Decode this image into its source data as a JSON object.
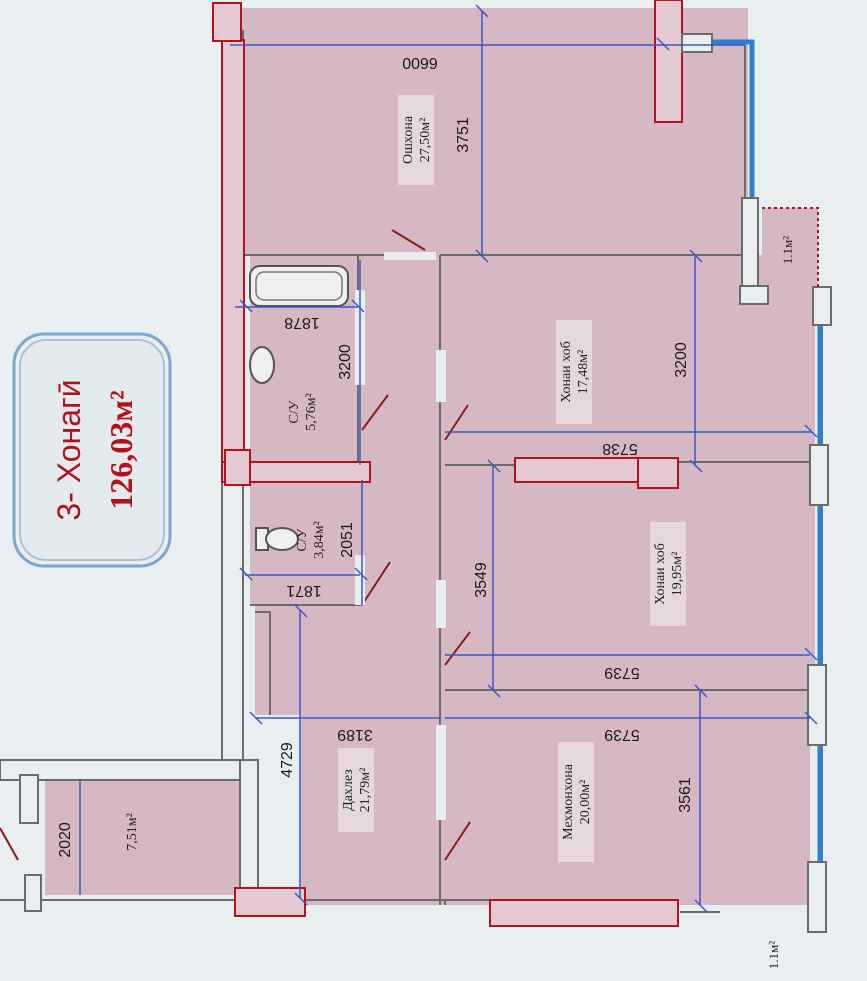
{
  "plan": {
    "title": "3- Хонагӣ",
    "total_area": "126,03м²",
    "rooms": [
      {
        "name": "Ошхона",
        "area": "27,50м²"
      },
      {
        "name": "Хонаи хоб",
        "area": "17,48м²"
      },
      {
        "name": "Хонаи хоб",
        "area": "19,95м²"
      },
      {
        "name": "Мехмонхона",
        "area": "20,00м²"
      },
      {
        "name": "Дахлез",
        "area": "21,79м²"
      },
      {
        "name": "С/У",
        "area": "5,76м²"
      },
      {
        "name": "С/У",
        "area": "3,84м²"
      },
      {
        "name": "",
        "area": "7,51м²"
      },
      {
        "name": "",
        "area": "1.1м²"
      },
      {
        "name": "",
        "area": "1.1м²"
      }
    ],
    "dimensions": [
      "6600",
      "3751",
      "3200",
      "1878",
      "3200",
      "5738",
      "3549",
      "2051",
      "1871",
      "5739",
      "5739",
      "4729",
      "3189",
      "3561",
      "2020"
    ]
  },
  "colors": {
    "room_fill": "#d6b8c4",
    "wall_red": "#b3121a",
    "window_blue": "#2f7fd0",
    "dimension_blue": "#3a59c8",
    "badge_border": "#7aa6cf",
    "title_red": "#b3121a"
  }
}
